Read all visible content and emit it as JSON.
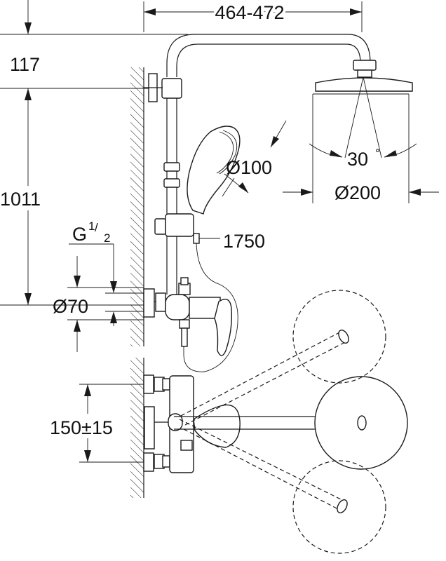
{
  "dimensions": {
    "arm_projection": "464-472",
    "top_offset": "117",
    "height": "1011",
    "thread": "G",
    "thread_num": "1",
    "thread_den": "2",
    "escutcheon_diameter": "Ø70",
    "handshower_diameter": "Ø100",
    "hose_length": "1750",
    "headshower_diameter": "Ø200",
    "tilt_angle": "30",
    "tilt_unit": "°",
    "centre_distance": "150±15"
  }
}
